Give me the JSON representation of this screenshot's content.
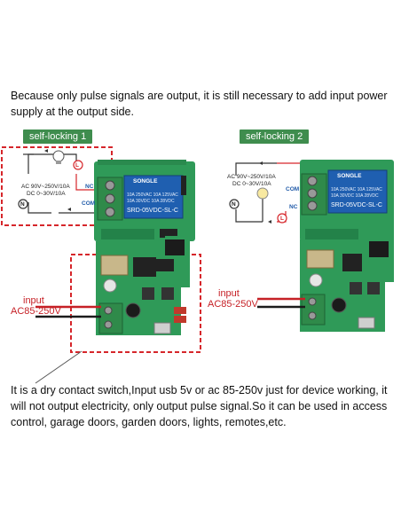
{
  "notes": {
    "top": "Because only pulse signals are output, it is still necessary to add input power supply at the output side.",
    "bottom": "It is a dry contact switch,Input usb 5v or ac 85-250v just for device working, it will not output electricity, only output pulse signal.So it can be used in access control, garage doors, garden doors, lights, remotes,etc."
  },
  "tags": {
    "left": "self-locking 1",
    "right": "self-locking 2"
  },
  "circuit": {
    "ac_rating": "AC 90V~250V/10A",
    "dc_rating": "DC 0~30V/10A",
    "label_nc": "NC",
    "label_com": "COM",
    "label_l": "L",
    "label_n": "N"
  },
  "input": {
    "label": "input",
    "voltage": "AC85-250V"
  },
  "relay": {
    "brand": "SONGLE",
    "spec1": "10A 250VAC  10A 125VAC",
    "spec2": "10A 30VDC  10A 28VDC",
    "model": "SRD-05VDC-SL-C"
  },
  "colors": {
    "pcb": "#2f9a58",
    "terminal": "#2f8a4a",
    "relay": "#1f5fb0",
    "dashed": "#d6262b",
    "tag": "#3f8d4e"
  }
}
